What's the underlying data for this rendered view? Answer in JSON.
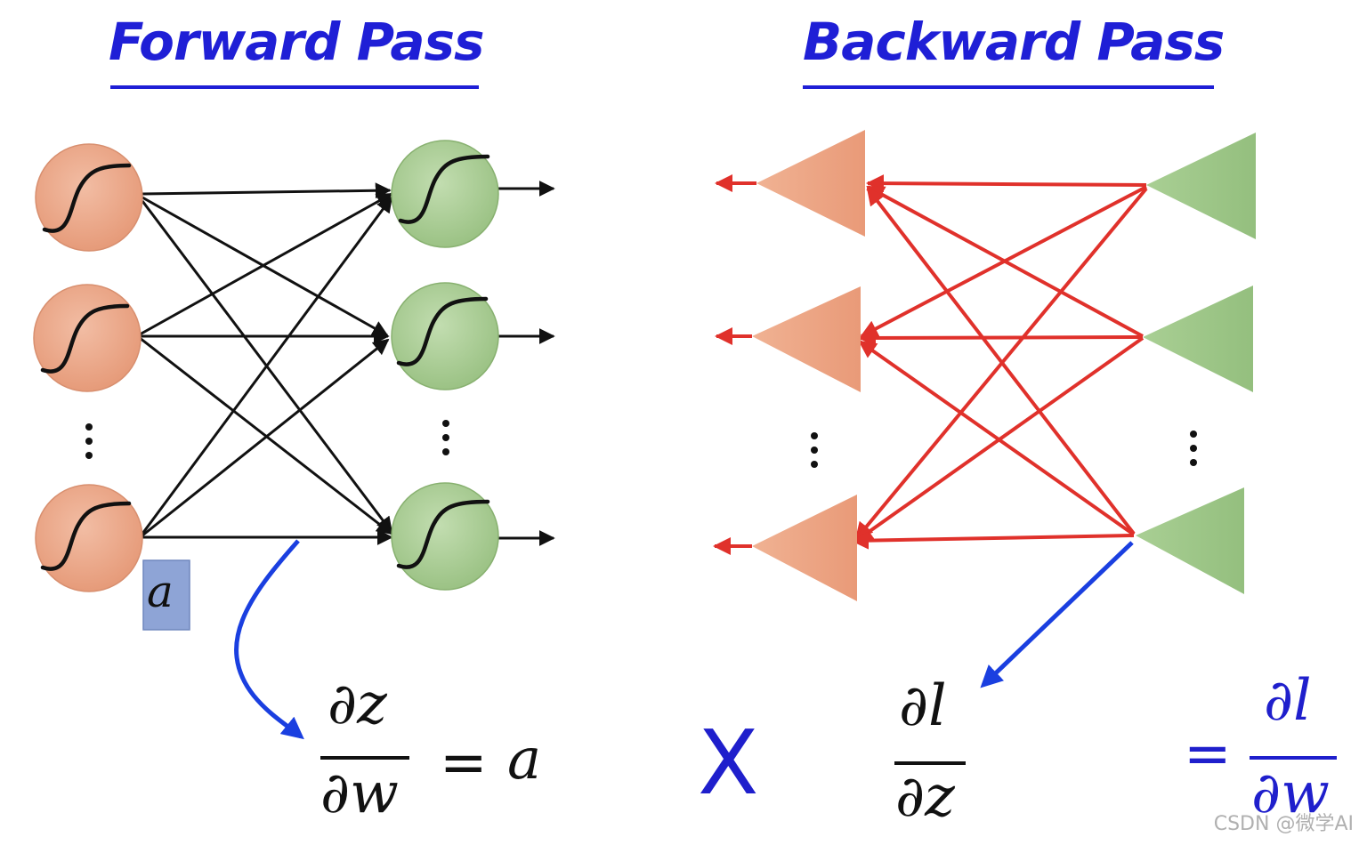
{
  "forward": {
    "title": "Forward Pass",
    "activation_label": "a",
    "equation": {
      "numerator": "∂z",
      "denominator": "∂w",
      "equals": "=",
      "rhs": "a"
    }
  },
  "backward": {
    "title": "Backward Pass",
    "equation": {
      "numerator": "∂l",
      "denominator": "∂z"
    }
  },
  "multiply_symbol": "X",
  "result": {
    "equals": "=",
    "numerator": "∂l",
    "denominator": "∂w"
  },
  "watermark": "CSDN @微学AI",
  "colors": {
    "title_blue": "#1f1fd6",
    "math_black": "#111111",
    "math_blue": "#1f1fcc",
    "forward_edge": "#111111",
    "backward_edge": "#e0312b",
    "input_neuron": "#eba283",
    "output_neuron": "#a9cc93",
    "pointer_arrow": "#1a3fe0",
    "activation_box": "#8ea4d6"
  },
  "icons": {
    "neuron": "sigmoid-neuron-icon",
    "backward_node": "triangle-node-icon",
    "ellipsis": "vertical-ellipsis-icon"
  }
}
